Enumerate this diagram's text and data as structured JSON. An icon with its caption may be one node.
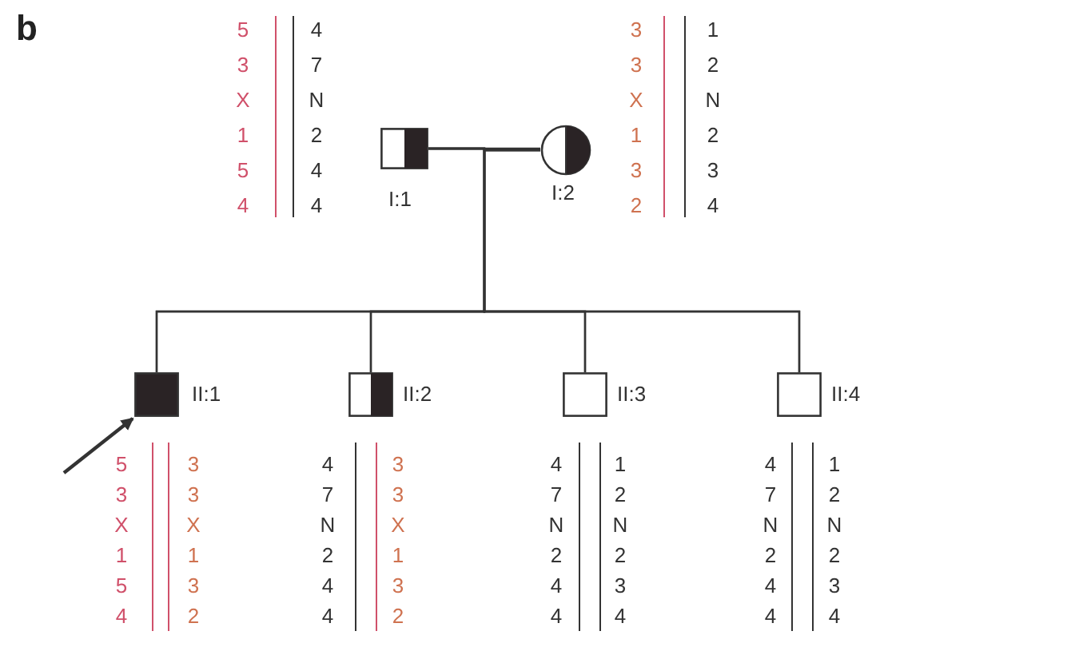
{
  "diagram": {
    "nodes": [
      {
        "text": [
          "I:1"
        ],
        "beside": [
          "5 3 X 1 5 4",
          "4 7 N 2 4 4"
        ]
      },
      {
        "text": [
          "I:2"
        ],
        "beside": [
          "3 3 X 1 3 2",
          "1 2 N 2 3 4"
        ]
      },
      {
        "text": [
          "II:1"
        ],
        "beside": [
          "5 3 X 1 5 4",
          "3 3 X 1 3 2"
        ]
      },
      {
        "text": [
          "II:2"
        ],
        "beside": [
          "4 7 N 2 4 4",
          "3 3 X 1 3 2"
        ]
      },
      {
        "text": [
          "II:3"
        ],
        "beside": [
          "4 7 N 2 4 4",
          "1 2 N 2 3 4"
        ]
      },
      {
        "text": [
          "II:4"
        ],
        "beside": [
          "4 7 N 2 4 4",
          "1 2 N 2 3 4"
        ]
      }
    ],
    "edges": [
      {
        "from": 0,
        "to": 1,
        "arrow": "none"
      },
      {
        "from": 0,
        "to": 2,
        "arrow": "none"
      },
      {
        "from": 0,
        "to": 3,
        "arrow": "none"
      },
      {
        "from": 0,
        "to": 4,
        "arrow": "none"
      },
      {
        "from": 0,
        "to": 5,
        "arrow": "none"
      },
      {
        "from": 1,
        "to": 2,
        "arrow": "none"
      },
      {
        "from": 1,
        "to": 3,
        "arrow": "none"
      },
      {
        "from": 1,
        "to": 4,
        "arrow": "none"
      },
      {
        "from": 1,
        "to": 5,
        "arrow": "none"
      },
      {
        "from": null,
        "to": 2,
        "arrow": "to"
      }
    ],
    "labels": [
      "b"
    ]
  }
}
